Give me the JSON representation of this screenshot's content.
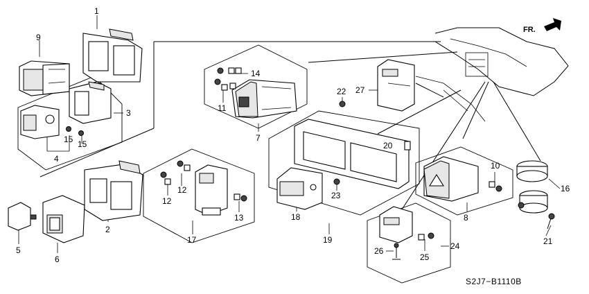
{
  "diagram": {
    "part_labels": [
      "1",
      "2",
      "3",
      "4",
      "5",
      "6",
      "7",
      "8",
      "9",
      "10",
      "11",
      "12",
      "12",
      "13",
      "14",
      "15",
      "15",
      "16",
      "17",
      "18",
      "19",
      "20",
      "21",
      "22",
      "23",
      "24",
      "25",
      "26",
      "27"
    ],
    "orientation_label": "FR.",
    "diagram_code": "S2J7−B1110B"
  }
}
